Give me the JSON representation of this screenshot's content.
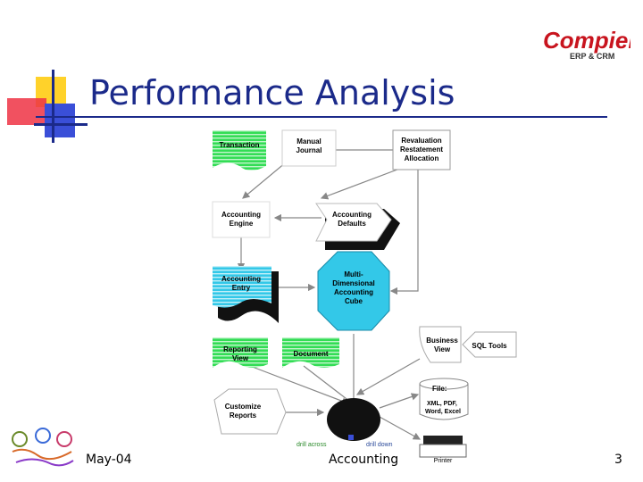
{
  "logo": {
    "brand": "Compiere",
    "tagline": "ERP & CRM",
    "accent": "#c8141e"
  },
  "slide": {
    "title": "Performance Analysis",
    "title_color": "#1b2a8a"
  },
  "footer": {
    "date": "May-04",
    "center": "Accounting",
    "page": "3"
  },
  "diagram": {
    "transaction": "Transaction",
    "manual_journal": [
      "Manual",
      "Journal"
    ],
    "revaluation": [
      "Revaluation",
      "Restatement",
      "Allocation"
    ],
    "accounting_engine": [
      "Accounting",
      "Engine"
    ],
    "accounting_defaults": [
      "Accounting",
      "Defaults"
    ],
    "accounting_entry": [
      "Accounting",
      "Entry"
    ],
    "cube": [
      "Multi-",
      "Dimensional",
      "Accounting",
      "Cube"
    ],
    "reporting_view": [
      "Reporting",
      "View"
    ],
    "document": "Document",
    "business_view": [
      "Business",
      "View"
    ],
    "sql_tools": "SQL Tools",
    "customize_reports": [
      "Customize",
      "Reports"
    ],
    "file": "File:",
    "file_types": [
      "XML, PDF,",
      "Word, Excel"
    ],
    "drill_across": "drill across",
    "drill_down": "drill down",
    "printer": "Printer",
    "colors": {
      "green": "#33dd55",
      "cyan": "#33c8e8",
      "octagon": "#33c8e8",
      "dark": "#111111"
    }
  }
}
